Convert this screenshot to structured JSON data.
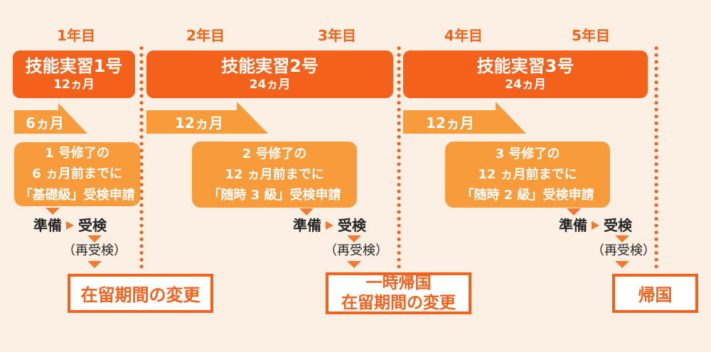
{
  "palette": {
    "background": "#FCF0E4",
    "stage_bar_orange": "#F3611B",
    "light_orange": "#F89B3B",
    "connector_orange": "#F5792D",
    "dark_text": "#262626",
    "result_box_bg": "#FFFFFF"
  },
  "years": [
    "1年目",
    "2年目",
    "3年目",
    "4年目",
    "5年目"
  ],
  "stages": [
    {
      "title": "技能実習1号",
      "duration": "12ヵ月",
      "ribbon_label": "6ヵ月",
      "apply_lines": [
        "1 号修了の",
        "6 ヵ月前までに",
        "「基礎級」受検申請"
      ],
      "prep": "準備",
      "exam": "受検",
      "retry": "（再受検）",
      "result_lines": [
        "在留期間の変更"
      ]
    },
    {
      "title": "技能実習2号",
      "duration": "24ヵ月",
      "ribbon_label": "12ヵ月",
      "apply_lines": [
        "2 号修了の",
        "12 ヵ月前までに",
        "「随時 3 級」受検申請"
      ],
      "prep": "準備",
      "exam": "受検",
      "retry": "（再受検）",
      "result_lines": [
        "一時帰国",
        "在留期間の変更"
      ]
    },
    {
      "title": "技能実習3号",
      "duration": "24ヵ月",
      "ribbon_label": "12ヵ月",
      "apply_lines": [
        "3 号修了の",
        "12 ヵ月前までに",
        "「随時 2 級」受検申請"
      ],
      "prep": "準備",
      "exam": "受検",
      "retry": "（再受検）",
      "result_lines": [
        "帰国"
      ]
    }
  ]
}
